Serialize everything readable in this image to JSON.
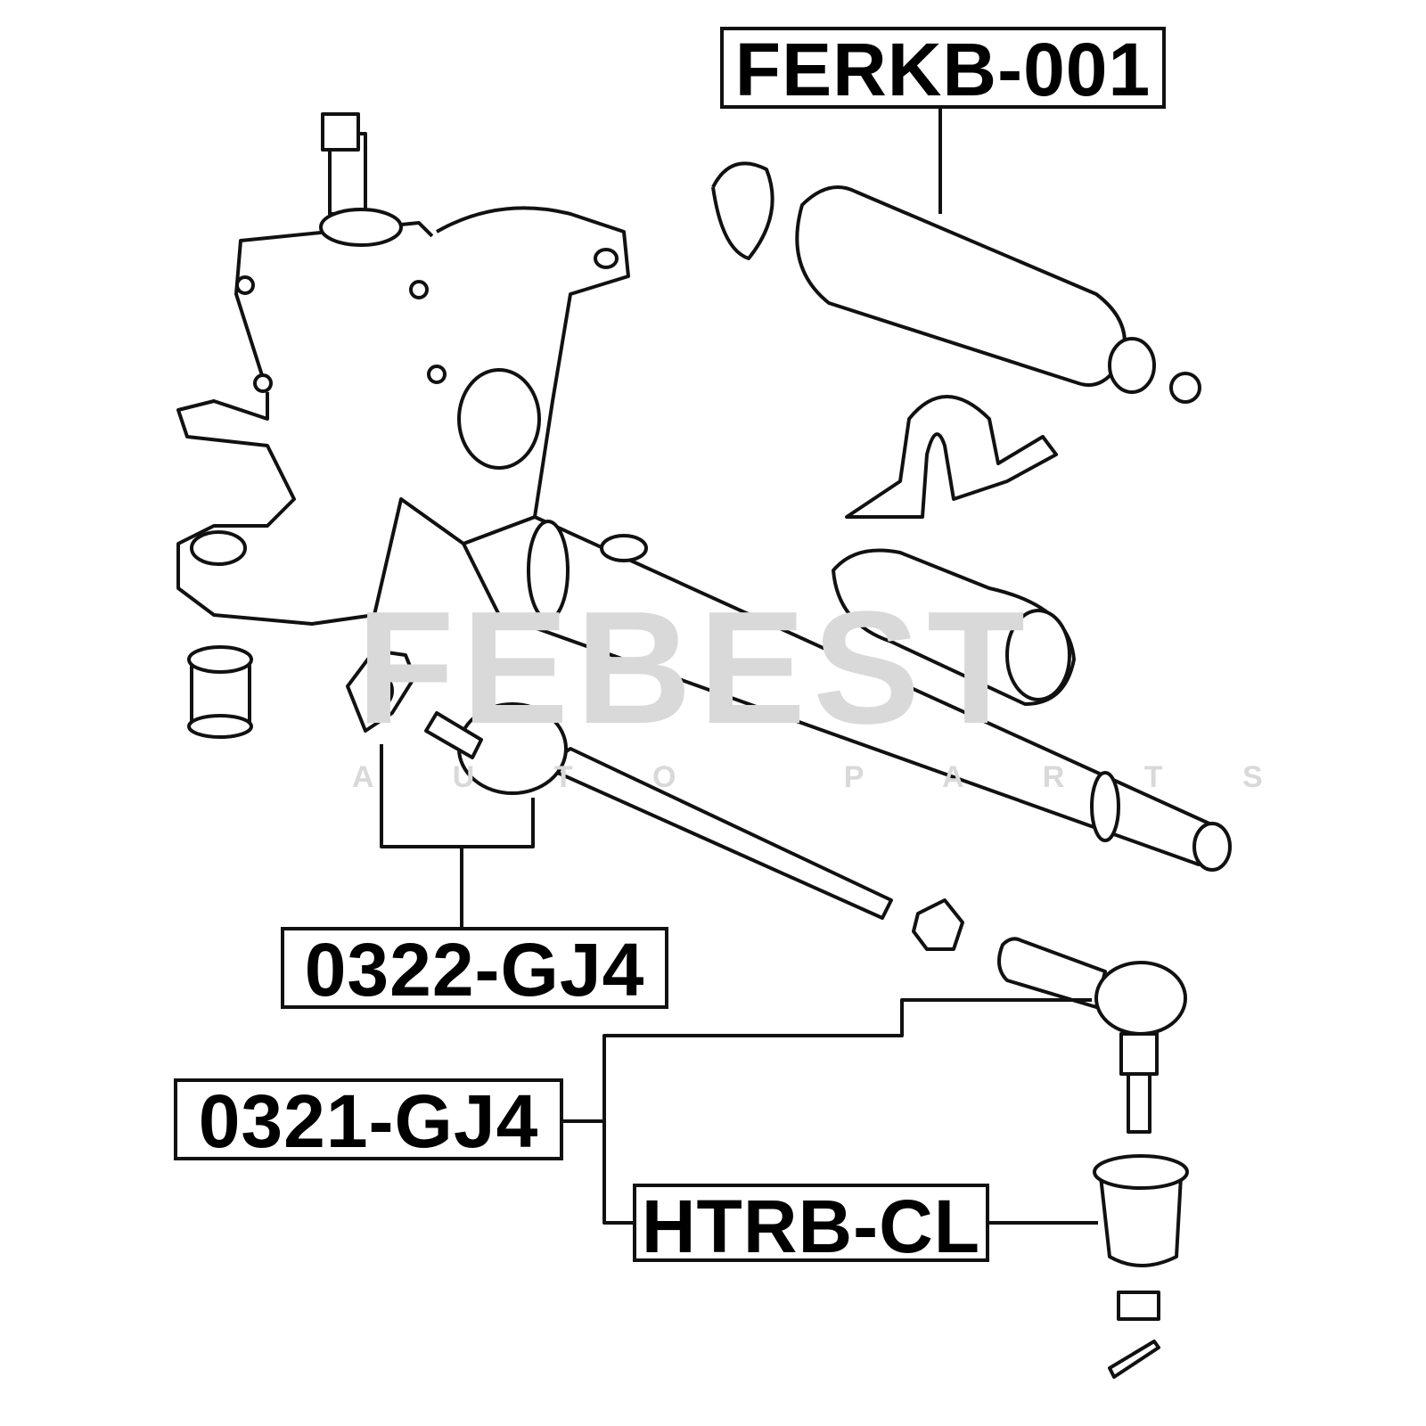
{
  "watermark": {
    "brand": "FEBEST",
    "tagline": "A U T O   P A R T S"
  },
  "parts": [
    {
      "id": "boot",
      "label": "FERKB-001"
    },
    {
      "id": "inner-tie-rod",
      "label": "0322-GJ4"
    },
    {
      "id": "tie-rod-end",
      "label": "0321-GJ4"
    },
    {
      "id": "ball-joint-boot",
      "label": "HTRB-CL"
    }
  ],
  "colors": {
    "line": "#111111",
    "watermark": "#d9d9d9"
  }
}
